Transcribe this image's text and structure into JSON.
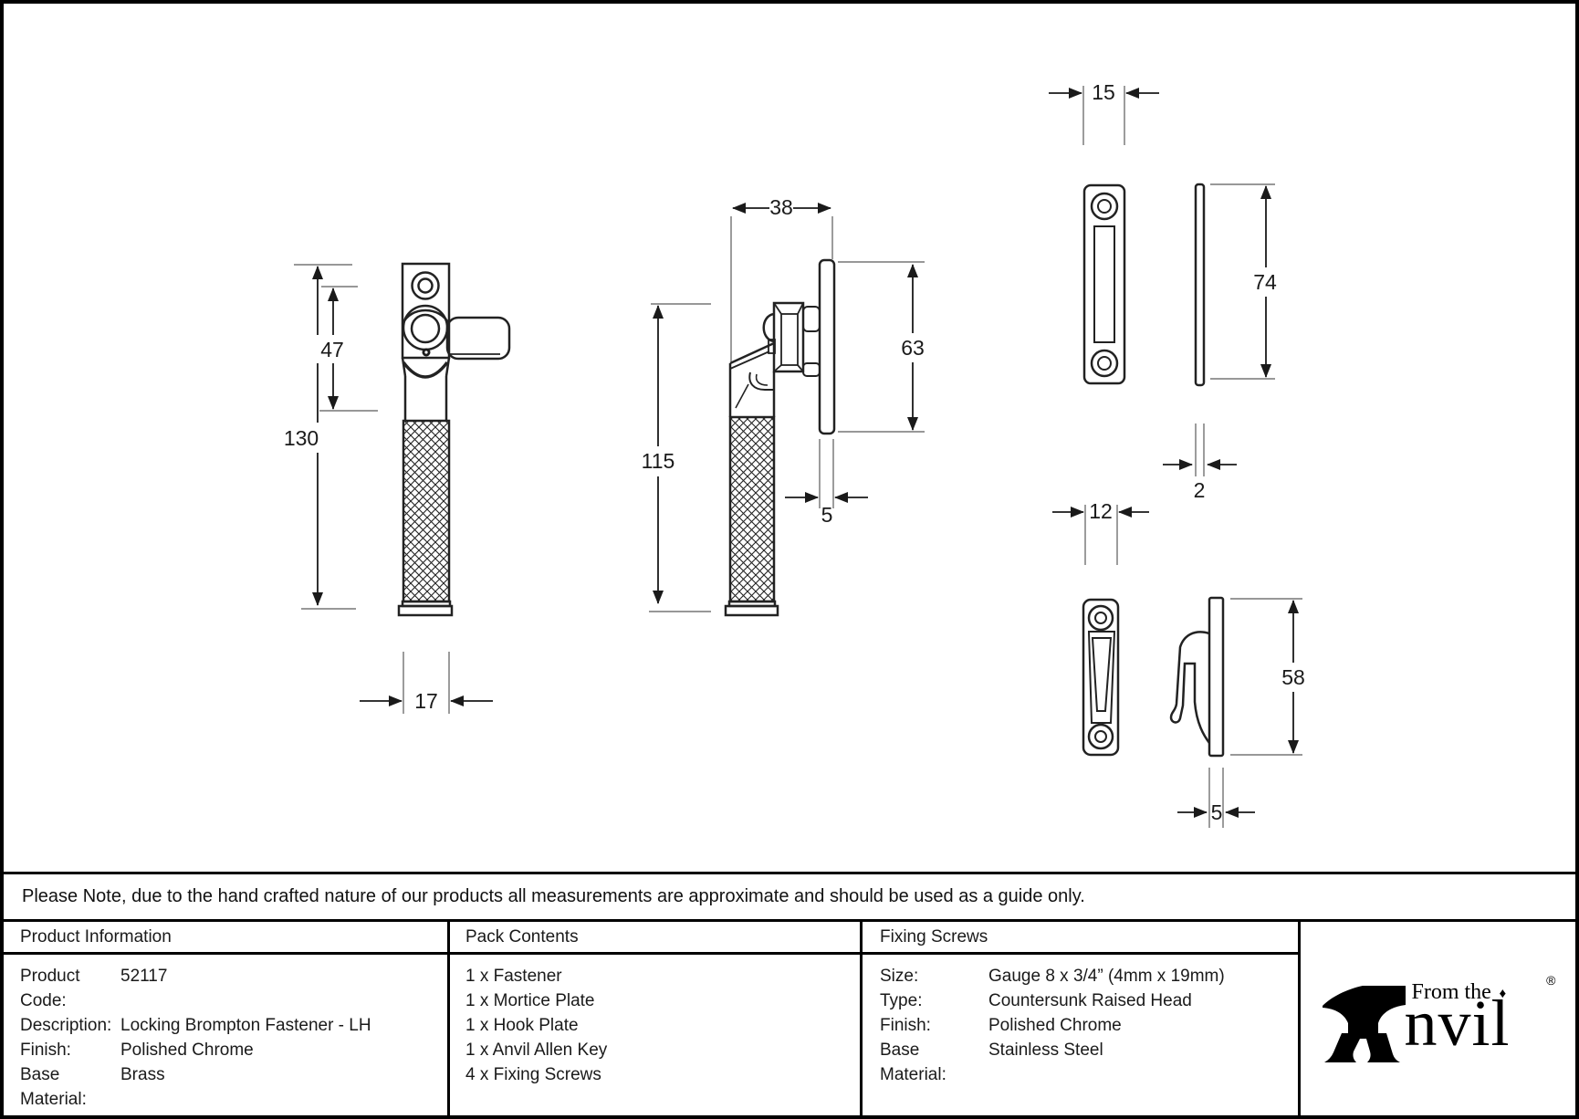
{
  "note": "Please Note, due to the hand crafted nature of our products all measurements are approximate and should be used as a guide only.",
  "table": {
    "product_information": {
      "header": "Product Information",
      "rows": [
        {
          "label": "Product Code:",
          "value": "52117"
        },
        {
          "label": "Description:",
          "value": "Locking Brompton Fastener - LH"
        },
        {
          "label": "Finish:",
          "value": "Polished Chrome"
        },
        {
          "label": "Base Material:",
          "value": "Brass"
        }
      ]
    },
    "pack_contents": {
      "header": "Pack Contents",
      "items": [
        "1 x Fastener",
        "1 x Mortice Plate",
        "1 x Hook Plate",
        "1 x Anvil Allen Key",
        "4 x Fixing Screws"
      ]
    },
    "fixing_screws": {
      "header": "Fixing Screws",
      "rows": [
        {
          "label": "Size:",
          "value": "Gauge 8 x 3/4” (4mm x 19mm)"
        },
        {
          "label": "Type:",
          "value": "Countersunk Raised Head"
        },
        {
          "label": "Finish:",
          "value": "Polished Chrome"
        },
        {
          "label": "Base Material:",
          "value": "Stainless Steel"
        }
      ]
    }
  },
  "logo": {
    "tagline": "From the",
    "brand_suffix": "nvil",
    "diamond": "♦",
    "registered": "®"
  },
  "drawing": {
    "dims": {
      "fastener_height": "130",
      "fastener_upper_section": "47",
      "fastener_width": "17",
      "side_depth": "38",
      "side_height": "115",
      "side_plate_height": "63",
      "side_plate_thickness": "5",
      "mortice_plate_width": "15",
      "mortice_plate_height": "74",
      "mortice_plate_thickness": "2",
      "hook_plate_width": "12",
      "hook_plate_height": "58",
      "hook_plate_thickness": "5"
    }
  }
}
